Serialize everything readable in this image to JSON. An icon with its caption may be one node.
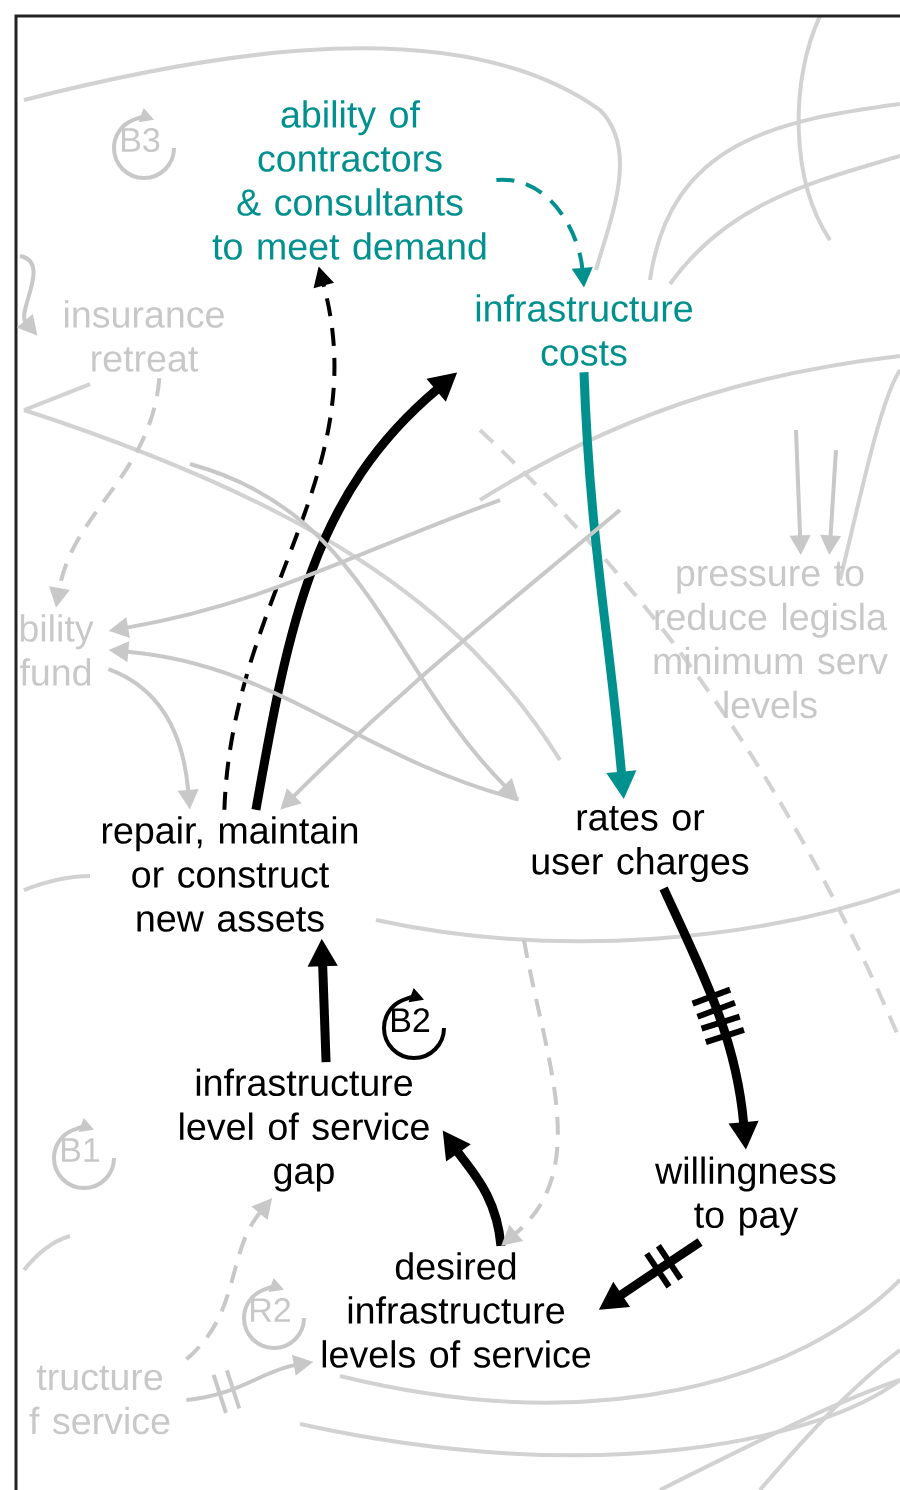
{
  "diagram": {
    "nodes": [
      {
        "text": [
          "ability of contractors & consultants to meet demand"
        ]
      },
      {
        "text": [
          "infrastructure costs"
        ]
      },
      {
        "text": [
          "insurance retreat"
        ]
      },
      {
        "text": [
          "bility fund"
        ]
      },
      {
        "text": [
          "pressure to reduce legisla minimum serv levels"
        ]
      },
      {
        "text": [
          "repair, maintain or construct new assets"
        ]
      },
      {
        "text": [
          "rates or user charges"
        ]
      },
      {
        "text": [
          "infrastructure level of service gap"
        ]
      },
      {
        "text": [
          "willingness to pay"
        ]
      },
      {
        "text": [
          "desired infrastructure levels of service"
        ]
      },
      {
        "text": [
          "tructure f service"
        ]
      }
    ],
    "edges": [
      {
        "from": 0,
        "to": 1,
        "arrow": "to",
        "style": "dashed",
        "color": "#00918f"
      },
      {
        "from": 5,
        "to": 0,
        "arrow": "to",
        "style": "dashed",
        "color": "#000000"
      },
      {
        "from": 5,
        "to": 1,
        "arrow": "to",
        "style": "thick",
        "color": "#000000"
      },
      {
        "from": 1,
        "to": 6,
        "arrow": "to",
        "style": "thick",
        "color": "#00918f"
      },
      {
        "from": 6,
        "to": 8,
        "arrow": "to",
        "style": "thick",
        "color": "#000000"
      },
      {
        "from": 8,
        "to": 9,
        "arrow": "to",
        "style": "thick",
        "color": "#000000"
      },
      {
        "from": 9,
        "to": 7,
        "arrow": "to",
        "style": "thick",
        "color": "#000000"
      },
      {
        "from": 7,
        "to": 5,
        "arrow": "to",
        "style": "thick",
        "color": "#000000"
      },
      {
        "from": 10,
        "to": 9,
        "arrow": "to"
      },
      {
        "from": 10,
        "to": 7,
        "arrow": "to",
        "style": "dashed"
      },
      {
        "from": 3,
        "to": 5,
        "arrow": "to"
      },
      {
        "from": 6,
        "to": 3,
        "arrow": "to"
      },
      {
        "from": null,
        "to": 2,
        "arrow": "to"
      },
      {
        "from": null,
        "to": 6,
        "arrow": "to"
      },
      {
        "from": null,
        "to": 5,
        "arrow": "to"
      },
      {
        "from": null,
        "to": 3,
        "arrow": "to"
      },
      {
        "from": null,
        "to": 9,
        "arrow": "to",
        "style": "dashed"
      },
      {
        "from": null,
        "to": 4,
        "arrow": "to"
      },
      {
        "from": null,
        "to": 4,
        "arrow": "to"
      },
      {
        "from": 2,
        "to": 3,
        "arrow": "to",
        "style": "dashed"
      }
    ],
    "labels": [
      "B3",
      "B2",
      "B1",
      "R2"
    ]
  }
}
